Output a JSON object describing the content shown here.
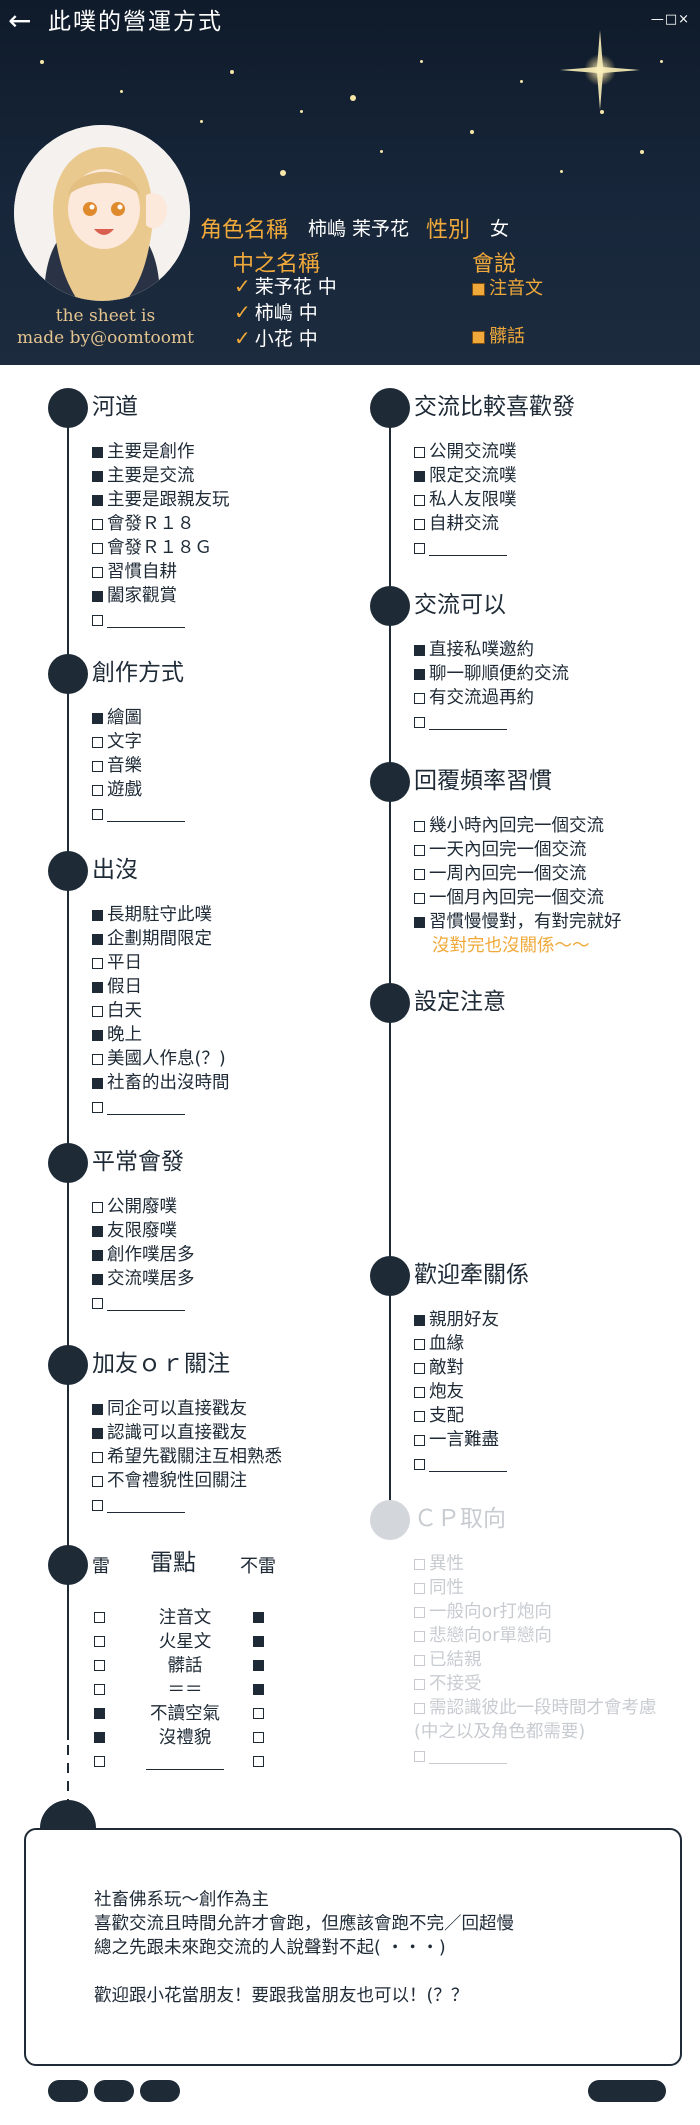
{
  "app": {
    "title": "此噗的營運方式",
    "window_controls": "—□×"
  },
  "profile": {
    "credit": [
      "the sheet is",
      "made by@oomtoomt"
    ],
    "char_name_label": "角色名稱",
    "char_name_value": "柿嶋 茉予花",
    "gender_label": "性別",
    "gender_value": "女",
    "voice_label": "中之名稱",
    "voices": [
      "茉予花 中",
      "柿嶋 中",
      "小花 中"
    ],
    "speaks_label": "會說",
    "speaks": [
      "注音文",
      "髒話"
    ]
  },
  "sections": {
    "river": {
      "title": "河道",
      "items": [
        {
          "text": "主要是創作",
          "checked": true
        },
        {
          "text": "主要是交流",
          "checked": true
        },
        {
          "text": "主要是跟親友玩",
          "checked": true
        },
        {
          "text": "會發Ｒ１８",
          "checked": false
        },
        {
          "text": "會發Ｒ１８Ｇ",
          "checked": false
        },
        {
          "text": "習慣自耕",
          "checked": false
        },
        {
          "text": "闔家觀賞",
          "checked": true
        },
        {
          "text": "",
          "checked": false,
          "blank": true
        }
      ]
    },
    "creation": {
      "title": "創作方式",
      "items": [
        {
          "text": "繪圖",
          "checked": true
        },
        {
          "text": "文字",
          "checked": false
        },
        {
          "text": "音樂",
          "checked": false
        },
        {
          "text": "遊戲",
          "checked": false
        },
        {
          "text": "",
          "checked": false,
          "blank": true
        }
      ]
    },
    "presence": {
      "title": "出沒",
      "items": [
        {
          "text": "長期駐守此噗",
          "checked": true
        },
        {
          "text": "企劃期間限定",
          "checked": true
        },
        {
          "text": "平日",
          "checked": false
        },
        {
          "text": "假日",
          "checked": true
        },
        {
          "text": "白天",
          "checked": false
        },
        {
          "text": "晚上",
          "checked": true
        },
        {
          "text": "美國人作息(？)",
          "checked": false
        },
        {
          "text": "社畜的出沒時間",
          "checked": true
        },
        {
          "text": "",
          "checked": false,
          "blank": true
        }
      ]
    },
    "usual_posts": {
      "title": "平常會發",
      "items": [
        {
          "text": "公開廢噗",
          "checked": false
        },
        {
          "text": "友限廢噗",
          "checked": true
        },
        {
          "text": "創作噗居多",
          "checked": true
        },
        {
          "text": "交流噗居多",
          "checked": true
        },
        {
          "text": "",
          "checked": false,
          "blank": true
        }
      ]
    },
    "follow": {
      "title": "加友ｏｒ關注",
      "items": [
        {
          "text": "同企可以直接戳友",
          "checked": true
        },
        {
          "text": "認識可以直接戳友",
          "checked": true
        },
        {
          "text": "希望先戳關注互相熟悉",
          "checked": false
        },
        {
          "text": "不會禮貌性回關注",
          "checked": false
        },
        {
          "text": "",
          "checked": false,
          "blank": true
        }
      ]
    },
    "triggers": {
      "title": "雷點",
      "left_label": "雷",
      "right_label": "不雷",
      "rows": [
        {
          "text": "注音文",
          "mine": false,
          "ok": true
        },
        {
          "text": "火星文",
          "mine": false,
          "ok": true
        },
        {
          "text": "髒話",
          "mine": false,
          "ok": true
        },
        {
          "text": "＝＝",
          "mine": false,
          "ok": true
        },
        {
          "text": "不讀空氣",
          "mine": true,
          "ok": false
        },
        {
          "text": "沒禮貌",
          "mine": true,
          "ok": false
        },
        {
          "text": "",
          "mine": false,
          "ok": false,
          "blank": true
        }
      ]
    },
    "interaction_pref": {
      "title": "交流比較喜歡發",
      "items": [
        {
          "text": "公開交流噗",
          "checked": false
        },
        {
          "text": "限定交流噗",
          "checked": true
        },
        {
          "text": "私人友限噗",
          "checked": false
        },
        {
          "text": "自耕交流",
          "checked": false
        },
        {
          "text": "",
          "checked": false,
          "blank": true
        }
      ]
    },
    "interaction_ok": {
      "title": "交流可以",
      "items": [
        {
          "text": "直接私噗邀約",
          "checked": true
        },
        {
          "text": "聊一聊順便約交流",
          "checked": true
        },
        {
          "text": "有交流過再約",
          "checked": false
        },
        {
          "text": "",
          "checked": false,
          "blank": true
        }
      ]
    },
    "reply_habit": {
      "title": "回覆頻率習慣",
      "items": [
        {
          "text": "幾小時內回完一個交流",
          "checked": false
        },
        {
          "text": "一天內回完一個交流",
          "checked": false
        },
        {
          "text": "一周內回完一個交流",
          "checked": false
        },
        {
          "text": "一個月內回完一個交流",
          "checked": false
        },
        {
          "text": "習慣慢慢對，有對完就好",
          "checked": true
        }
      ],
      "extra": "沒對完也沒關係～～"
    },
    "setting_notes": {
      "title": "設定注意"
    },
    "relations": {
      "title": "歡迎牽關係",
      "items": [
        {
          "text": "親朋好友",
          "checked": true
        },
        {
          "text": "血緣",
          "checked": false
        },
        {
          "text": "敵對",
          "checked": false
        },
        {
          "text": "炮友",
          "checked": false
        },
        {
          "text": "支配",
          "checked": false
        },
        {
          "text": "一言難盡",
          "checked": false
        },
        {
          "text": "",
          "checked": false,
          "blank": true
        }
      ]
    },
    "cp": {
      "title": "ＣＰ取向",
      "items": [
        {
          "text": "異性",
          "checked": false
        },
        {
          "text": "同性",
          "checked": false
        },
        {
          "text": "一般向or打炮向",
          "checked": false
        },
        {
          "text": "悲戀向or單戀向",
          "checked": false
        },
        {
          "text": "已結親",
          "checked": false
        },
        {
          "text": "不接受",
          "checked": false
        },
        {
          "text": "需認識彼此一段時間才會考慮",
          "checked": false
        },
        {
          "text": "(中之以及角色都需要)",
          "checked": false,
          "nobox": true
        },
        {
          "text": "",
          "checked": false,
          "blank": true
        }
      ]
    }
  },
  "note": {
    "lines": [
      "社畜佛系玩～創作為主",
      "喜歡交流且時間允許才會跑，但應該會跑不完／回超慢",
      "總之先跟未來跑交流的人說聲對不起( ・・・)",
      "",
      "歡迎跟小花當朋友！要跟我當朋友也可以！(？？"
    ]
  }
}
